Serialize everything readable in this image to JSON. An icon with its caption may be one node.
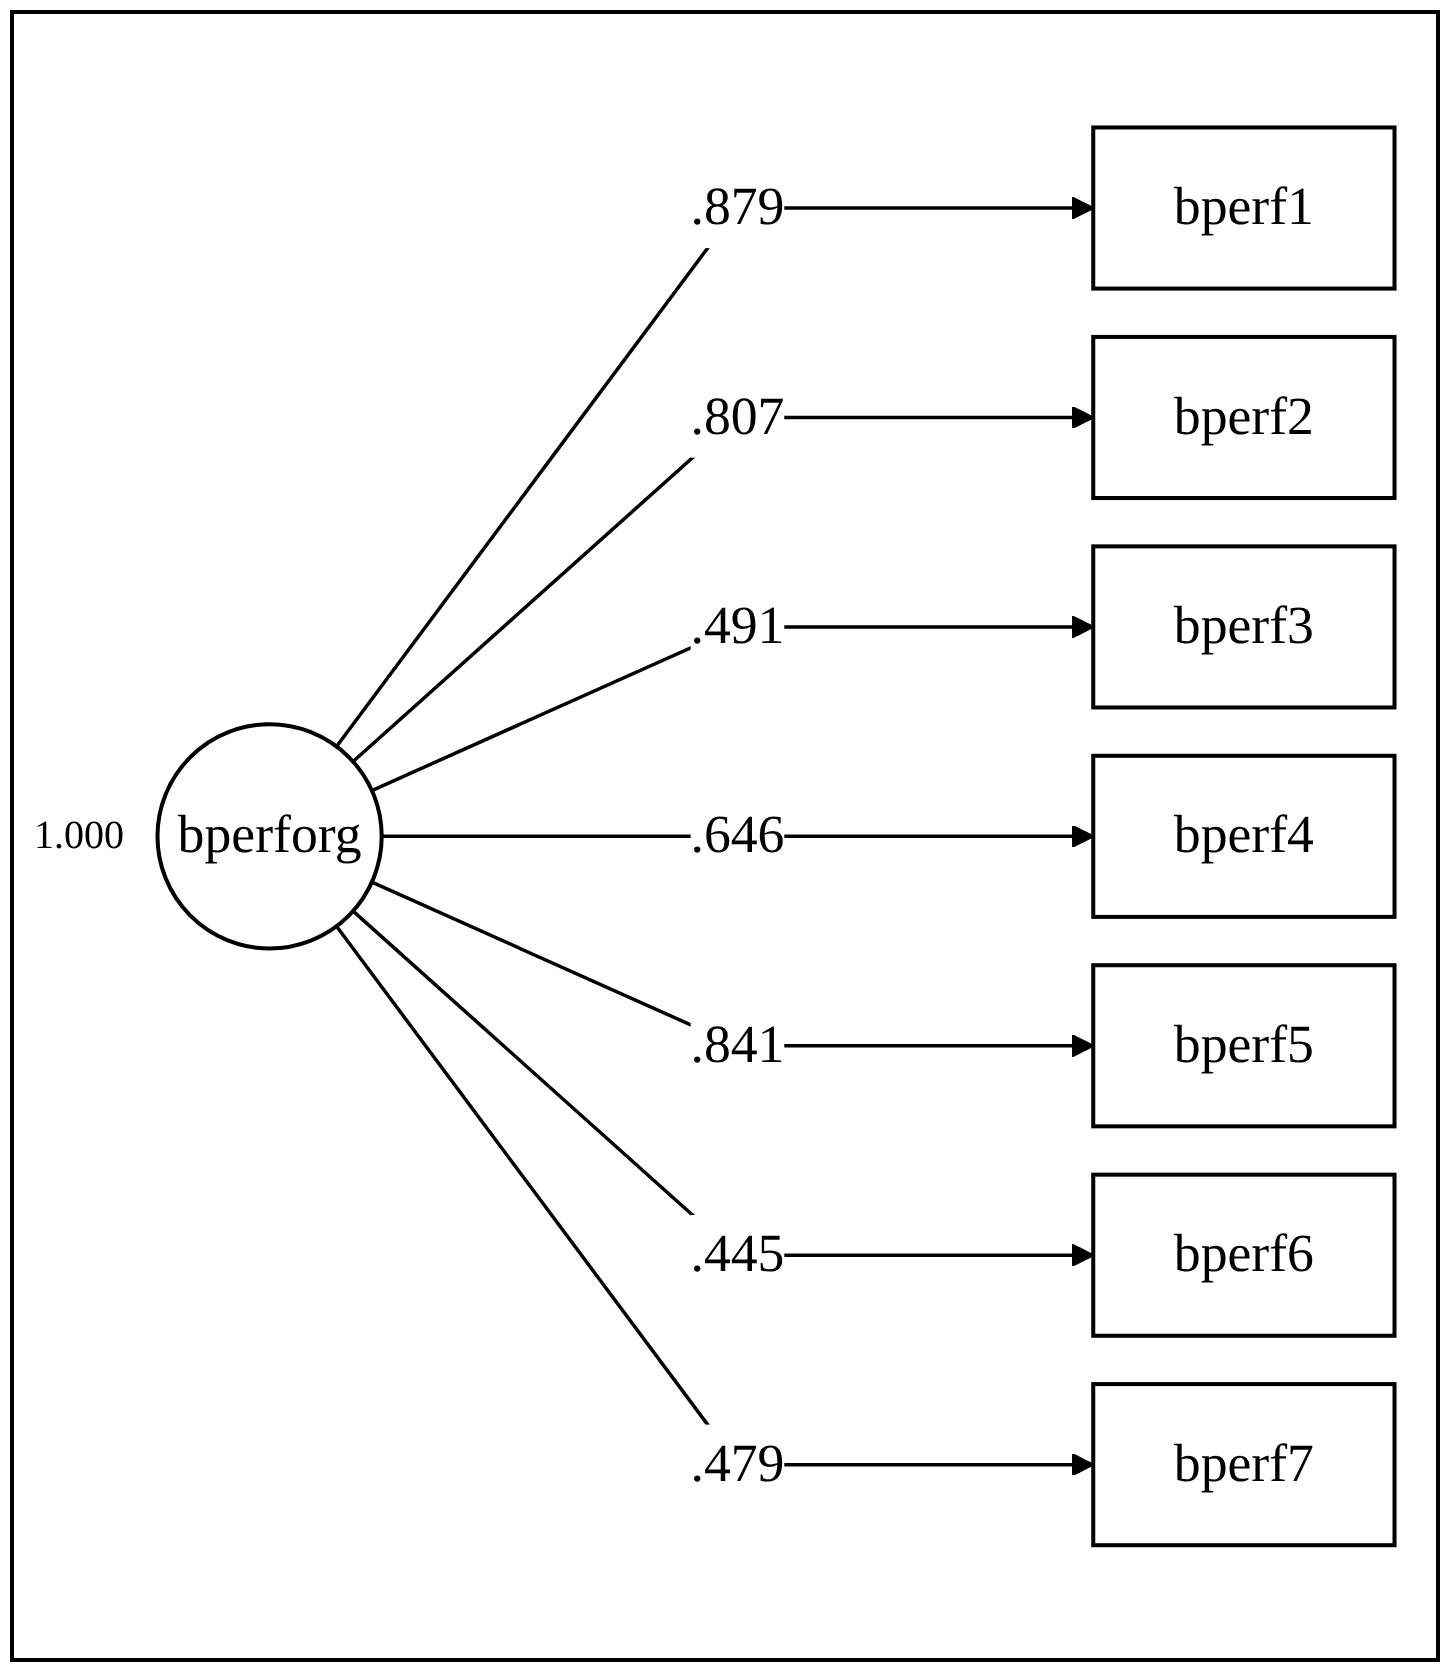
{
  "diagram": {
    "nodes": [
      {
        "text": [
          "bperforg"
        ],
        "beside": [
          "1.000"
        ]
      },
      {
        "text": [
          "bperf1"
        ]
      },
      {
        "text": [
          "bperf2"
        ]
      },
      {
        "text": [
          "bperf3"
        ]
      },
      {
        "text": [
          "bperf4"
        ]
      },
      {
        "text": [
          "bperf5"
        ]
      },
      {
        "text": [
          "bperf6"
        ]
      },
      {
        "text": [
          "bperf7"
        ]
      }
    ],
    "edges": [
      {
        "from": 0,
        "to": 1,
        "arrow": "to",
        "label": ".879"
      },
      {
        "from": 0,
        "to": 2,
        "arrow": "to",
        "label": ".807"
      },
      {
        "from": 0,
        "to": 3,
        "arrow": "to",
        "label": ".491"
      },
      {
        "from": 0,
        "to": 4,
        "arrow": "to",
        "label": ".646"
      },
      {
        "from": 0,
        "to": 5,
        "arrow": "to",
        "label": ".841"
      },
      {
        "from": 0,
        "to": 6,
        "arrow": "to",
        "label": ".445"
      },
      {
        "from": 0,
        "to": 7,
        "arrow": "to",
        "label": ".479"
      }
    ]
  }
}
